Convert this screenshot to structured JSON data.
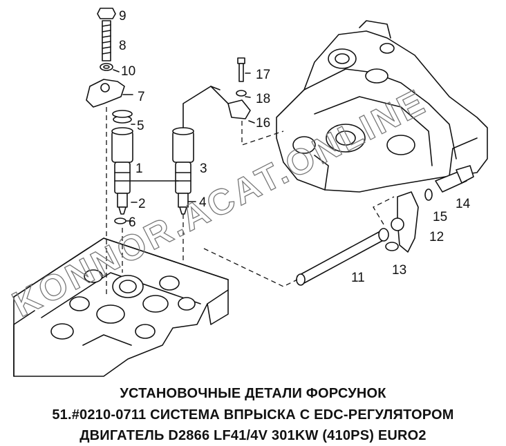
{
  "watermark": "KONNOR.ACAT.ONLINE",
  "callouts": {
    "c1": "1",
    "c2": "2",
    "c3": "3",
    "c4": "4",
    "c5": "5",
    "c6": "6",
    "c7": "7",
    "c8": "8",
    "c9": "9",
    "c10": "10",
    "c11": "11",
    "c12": "12",
    "c13": "13",
    "c14": "14",
    "c15": "15",
    "c16": "16",
    "c17": "17",
    "c18": "18"
  },
  "caption": {
    "line1": "УСТАНОВОЧНЫЕ ДЕТАЛИ ФОРСУНОК",
    "line2": "51.#0210-0711 СИСТЕМА ВПРЫСКА С EDC-РЕГУЛЯТОРОМ",
    "line3": "ДВИГАТЕЛЬ D2866 LF41/4V 301KW (410PS) EURO2"
  }
}
